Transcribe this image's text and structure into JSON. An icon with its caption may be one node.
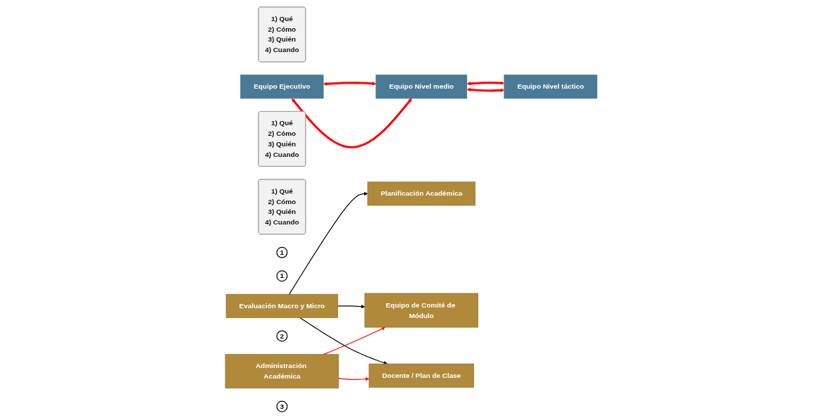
{
  "diagram": {
    "nodes": [
      {
        "text": [
          "1) Qué",
          "2) Cómo",
          "3) Quién",
          "4) Cuando"
        ]
      },
      {
        "text": [
          "Equipo Ejecutivo"
        ]
      },
      {
        "text": [
          "1) Qué",
          "2) Cómo",
          "3) Quién",
          "4) Cuando"
        ]
      },
      {
        "text": [
          "Equipo Nivel medio"
        ]
      },
      {
        "text": [
          "1) Qué",
          "2) Cómo",
          "3) Quién",
          "4) Cuando"
        ]
      },
      {
        "text": [
          "Equipo Nivel táctico"
        ]
      },
      {
        "text": [
          "1"
        ]
      },
      {
        "text": [
          "Planificación Académica"
        ]
      },
      {
        "text": [
          "1"
        ]
      },
      {
        "text": [
          "Evaluación Macro y Micro"
        ]
      },
      {
        "text": [
          "2"
        ]
      },
      {
        "text": [
          "Equipo de Comité de Módulo"
        ]
      },
      {
        "text": [
          "Administración Académica"
        ]
      },
      {
        "text": [
          "3"
        ]
      },
      {
        "text": [
          "Docente / Plan de Clase"
        ]
      }
    ],
    "edges": [
      {
        "from": 1,
        "to": 3,
        "arrow": "both",
        "style": "thick",
        "color": "#ff0000"
      },
      {
        "from": 1,
        "to": 3,
        "arrow": "both",
        "style": "thick",
        "color": "#ff0000"
      },
      {
        "from": 3,
        "to": 5,
        "arrow": "both",
        "style": "thick",
        "color": "#ff0000"
      },
      {
        "from": 3,
        "to": 5,
        "arrow": "both",
        "style": "thick",
        "color": "#ff0000"
      },
      {
        "from": 9,
        "to": 7,
        "arrow": "to",
        "color": "#000000"
      },
      {
        "from": 9,
        "to": 11,
        "arrow": "to",
        "color": "#000000"
      },
      {
        "from": 9,
        "to": 14,
        "arrow": "to",
        "color": "#000000"
      },
      {
        "from": 12,
        "to": 11,
        "arrow": "to",
        "color": "#ff0000"
      },
      {
        "from": 12,
        "to": 14,
        "arrow": "to",
        "color": "#ff0000"
      }
    ]
  }
}
